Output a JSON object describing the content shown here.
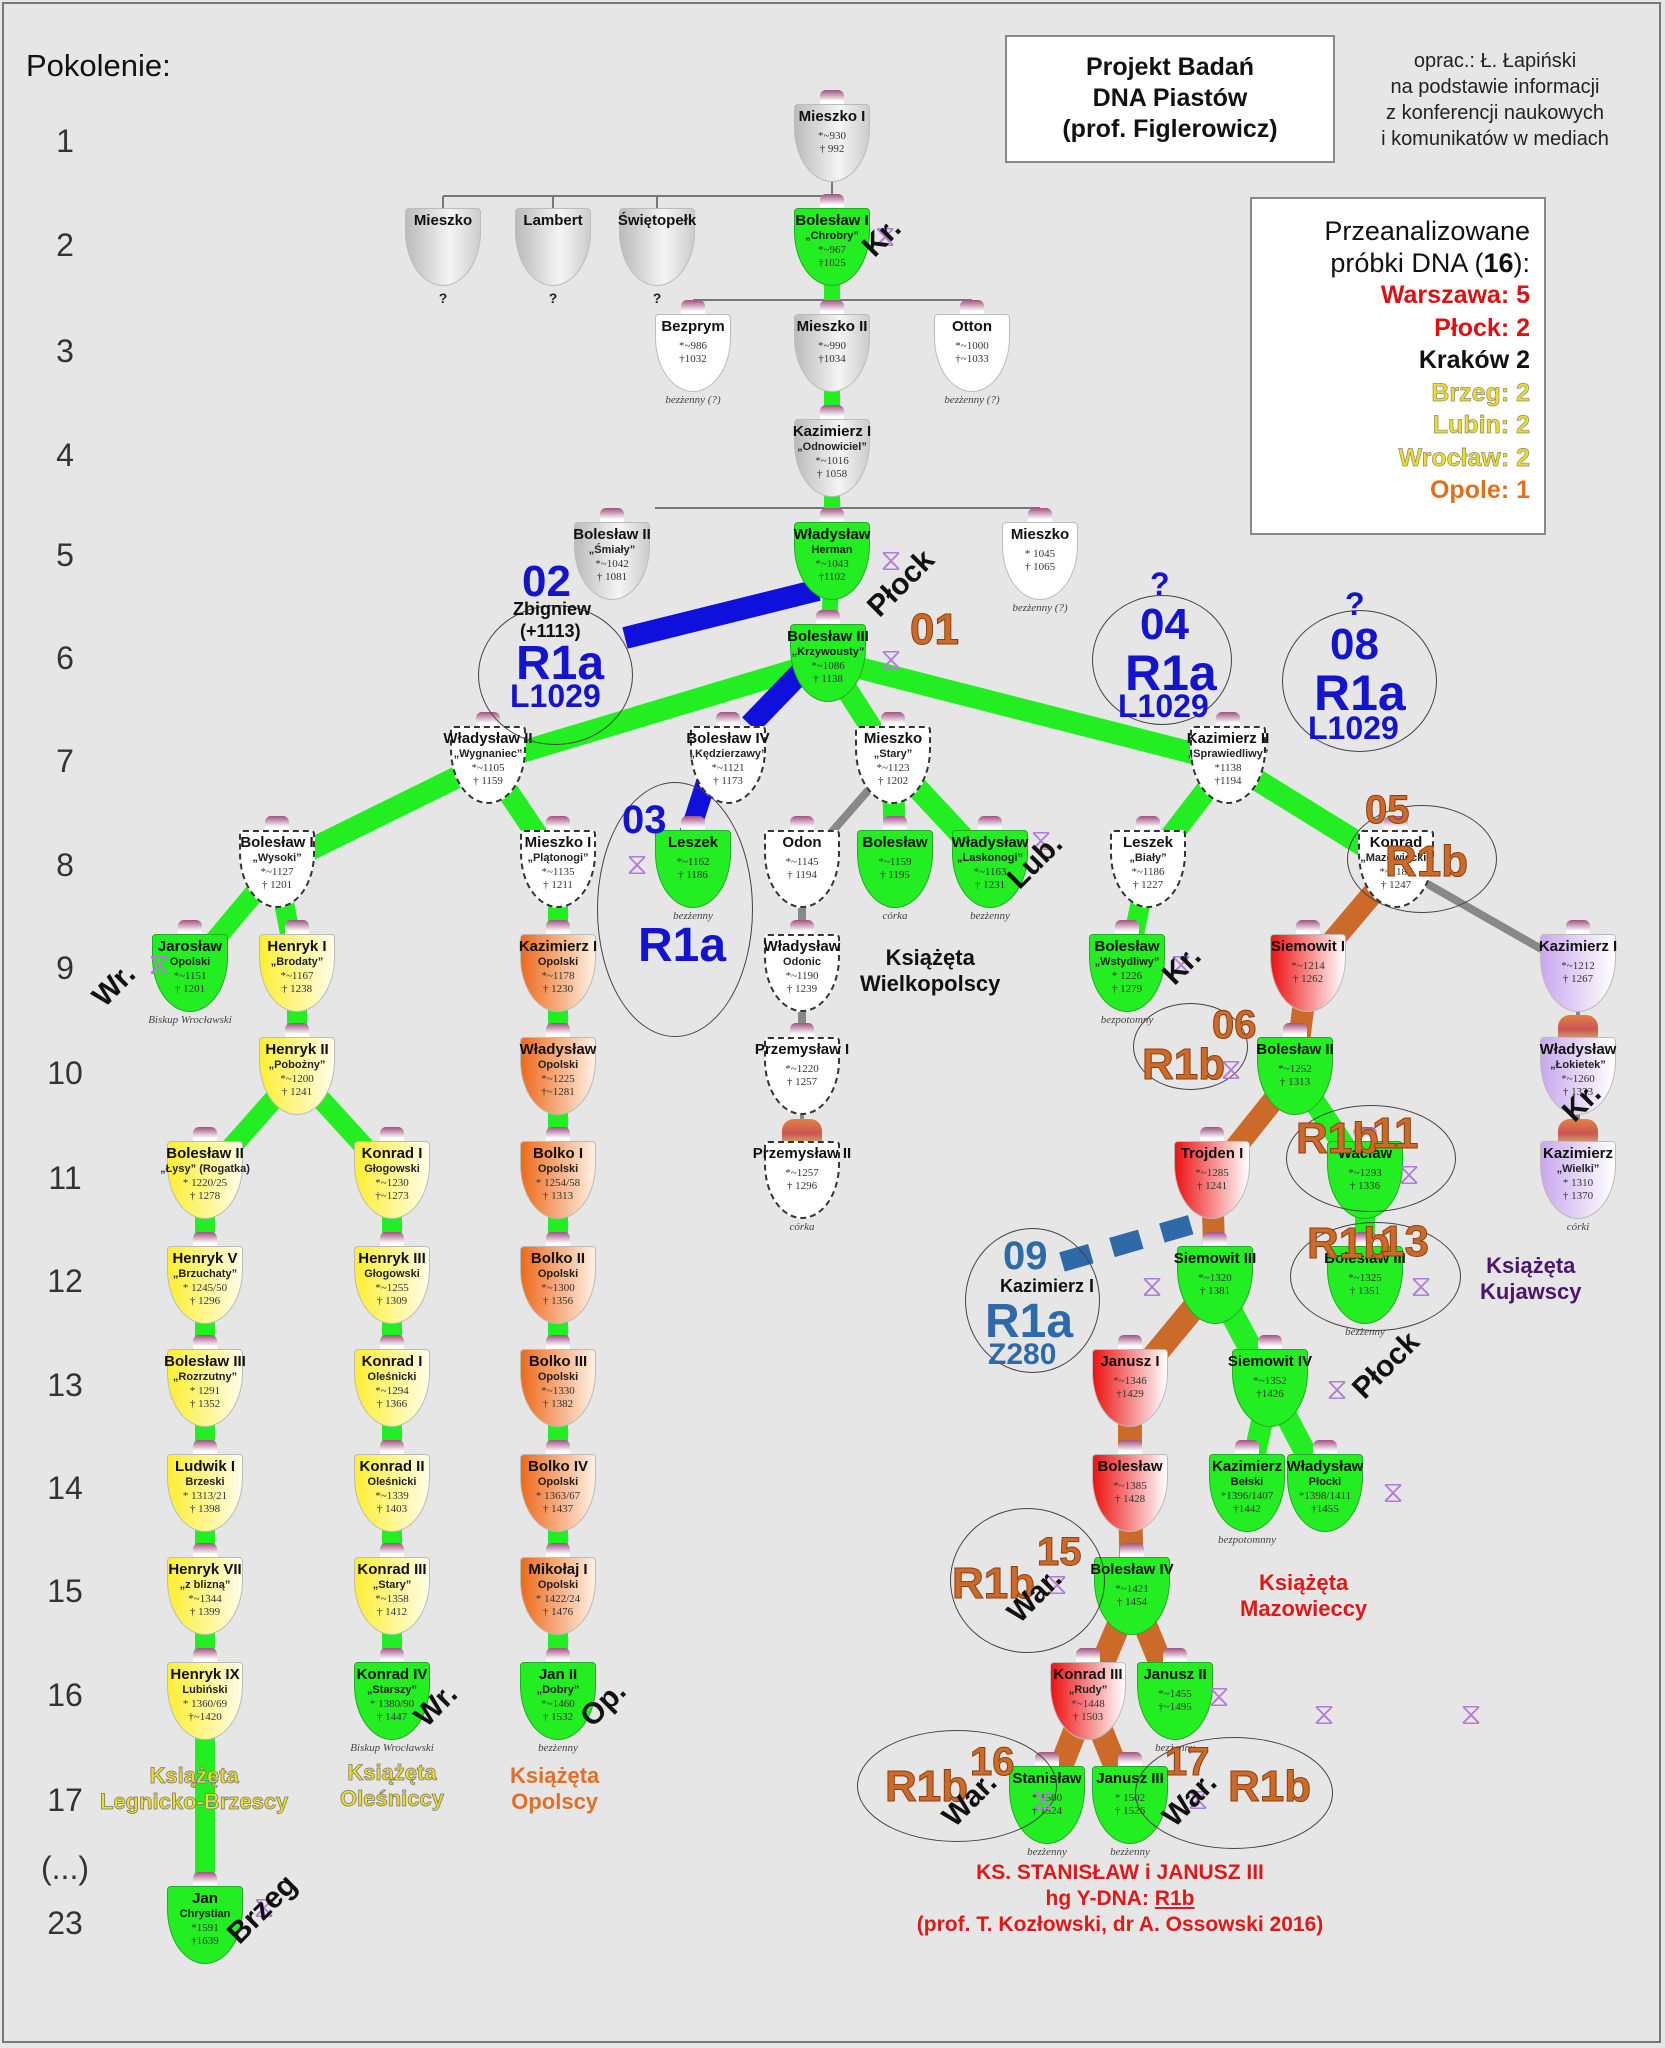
{
  "generations_title": "Pokolenie:",
  "generations": [
    "1",
    "2",
    "3",
    "4",
    "5",
    "6",
    "7",
    "8",
    "9",
    "10",
    "11",
    "12",
    "13",
    "14",
    "15",
    "16",
    "17",
    "(...)",
    "23"
  ],
  "title_box": {
    "line1": "Projekt Badań",
    "line2": "DNA Piastów",
    "line3": "(prof. Figlerowicz)"
  },
  "credits": {
    "line1": "oprac.: Ł. Łapiński",
    "line2": "na podstawie informacji",
    "line3": "z konferencji naukowych",
    "line4": "i komunikatów w mediach"
  },
  "legend": {
    "line1": "Przeanalizowane",
    "line2_pre": "próbki DNA (",
    "line2_bold": "16",
    "line2_post": "):",
    "items": [
      {
        "label": "Warszawa: 5",
        "color": "#e01010"
      },
      {
        "label": "Płock: 2",
        "color": "#e01010"
      },
      {
        "label": "Kraków 2",
        "color": "#111111"
      },
      {
        "label": "Brzeg: 2",
        "color": "#eedd22"
      },
      {
        "label": "Lubin: 2",
        "color": "#eedd22"
      },
      {
        "label": "Wrocław: 2",
        "color": "#eedd22"
      },
      {
        "label": "Opole: 1",
        "color": "#e07020"
      }
    ]
  },
  "colors": {
    "line_green": "#22ee22",
    "line_blue": "#1010dd",
    "line_brown": "#cc6a2a",
    "line_grey": "#888888",
    "line_steel": "#2e6aa8"
  },
  "nodes": {
    "mieszko1": {
      "name": "Mieszko I",
      "born": "*~930",
      "died": "† 992"
    },
    "mieszko_g2": {
      "name": "Mieszko",
      "note": "?"
    },
    "lambert": {
      "name": "Lambert",
      "note": "?"
    },
    "swietopelk": {
      "name": "Świętopełk",
      "note": "?"
    },
    "boleslaw1": {
      "name": "Bolesław I",
      "nick": "„Chrobry”",
      "born": "*~967",
      "died": "†1025"
    },
    "bezprym": {
      "name": "Bezprym",
      "born": "*~986",
      "died": "†1032",
      "note": "bezżenny (?)"
    },
    "mieszko2": {
      "name": "Mieszko II",
      "born": "*~990",
      "died": "†1034"
    },
    "otton": {
      "name": "Otton",
      "born": "*~1000",
      "died": "†~1033",
      "note": "bezżenny (?)"
    },
    "kazimierz1": {
      "name": "Kazimierz I",
      "nick": "„Odnowiciel”",
      "born": "*~1016",
      "died": "† 1058"
    },
    "boleslaw2": {
      "name": "Bolesław II",
      "nick": "„Śmiały”",
      "born": "*~1042",
      "died": "† 1081"
    },
    "wladyslaw_herman": {
      "name": "Władysław",
      "nick": "Herman",
      "born": "*~1043",
      "died": "†1102"
    },
    "mieszko_g5": {
      "name": "Mieszko",
      "born": "* 1045",
      "died": "† 1065",
      "note": "bezżenny (?)"
    },
    "boleslaw3": {
      "name": "Bolesław III",
      "nick": "„Krzywousty”",
      "born": "*~1086",
      "died": "† 1138"
    },
    "wladyslaw2": {
      "name": "Władysław II",
      "nick": "„Wygnaniec”",
      "born": "*~1105",
      "died": "† 1159"
    },
    "boleslaw4": {
      "name": "Bolesław IV",
      "nick": "„Kędzierzawy”",
      "born": "*~1121",
      "died": "† 1173"
    },
    "mieszko_stary": {
      "name": "Mieszko",
      "nick": "„Stary”",
      "born": "*~1123",
      "died": "† 1202"
    },
    "kazimierz2": {
      "name": "Kazimierz II",
      "nick": "„Sprawiedliwy”",
      "born": "*1138",
      "died": "†1194"
    },
    "boleslaw_wysoki": {
      "name": "Bolesław I",
      "nick": "„Wysoki”",
      "born": "*~1127",
      "died": "† 1201"
    },
    "mieszko_platonogi": {
      "name": "Mieszko I",
      "nick": "„Plątonogi”",
      "born": "*~1135",
      "died": "† 1211"
    },
    "leszek": {
      "name": "Leszek",
      "born": "*~1162",
      "died": "† 1186",
      "note": "bezżenny"
    },
    "odon": {
      "name": "Odon",
      "born": "*~1145",
      "died": "† 1194"
    },
    "boleslaw_g8": {
      "name": "Bolesław",
      "born": "*~1159",
      "died": "† 1195",
      "note": "córka"
    },
    "wladyslaw_laskonogi": {
      "name": "Władysław",
      "nick": "„Laskonogi”",
      "born": "*~1163",
      "died": "† 1231",
      "note": "bezżenny"
    },
    "leszek_bialy": {
      "name": "Leszek",
      "nick": "„Biały”",
      "born": "*~1186",
      "died": "† 1227"
    },
    "konrad_mazowiecki": {
      "name": "Konrad",
      "nick": "„Mazowiecki”",
      "born": "*~1187",
      "died": "† 1247"
    },
    "jaroslaw": {
      "name": "Jarosław",
      "nick": "Opolski",
      "born": "*~1151",
      "died": "† 1201",
      "note": "Biskup Wrocławski"
    },
    "henryk1": {
      "name": "Henryk I",
      "nick": "„Brodaty”",
      "born": "*~1167",
      "died": "† 1238"
    },
    "kazimierz1_opolski": {
      "name": "Kazimierz I",
      "nick": "Opolski",
      "born": "*~1178",
      "died": "† 1230"
    },
    "wladyslaw_odonic": {
      "name": "Władysław",
      "nick": "Odonic",
      "born": "*~1190",
      "died": "† 1239"
    },
    "boleslaw_wstydliwy": {
      "name": "Bolesław",
      "nick": "„Wstydliwy”",
      "born": "* 1226",
      "died": "† 1279",
      "note": "bezpotomny"
    },
    "siemowit1": {
      "name": "Siemowit I",
      "born": "*~1214",
      "died": "† 1262"
    },
    "kazimierz1_kuj": {
      "name": "Kazimierz I",
      "born": "*~1212",
      "died": "† 1267"
    },
    "henryk2": {
      "name": "Henryk II",
      "nick": "„Pobożny”",
      "born": "*~1200",
      "died": "† 1241"
    },
    "wladyslaw_opolski": {
      "name": "Władysław",
      "nick": "Opolski",
      "born": "*~1225",
      "died": "†~1281"
    },
    "przemyslaw1": {
      "name": "Przemysław I",
      "born": "*~1220",
      "died": "† 1257"
    },
    "boleslaw2_maz": {
      "name": "Bolesław II",
      "born": "*~1252",
      "died": "† 1313"
    },
    "wladyslaw_lokietek": {
      "name": "Władysław",
      "nick": "„Łokietek”",
      "born": "*~1260",
      "died": "† 1333"
    },
    "boleslaw2_lysy": {
      "name": "Bolesław II",
      "nick": "„Łysy” (Rogatka)",
      "born": "* 1220/25",
      "died": "† 1278"
    },
    "konrad1_glog": {
      "name": "Konrad I",
      "nick": "Głogowski",
      "born": "*~1230",
      "died": "†~1273"
    },
    "bolko1": {
      "name": "Bolko I",
      "nick": "Opolski",
      "born": "* 1254/58",
      "died": "† 1313"
    },
    "przemyslaw2": {
      "name": "Przemysław II",
      "born": "*~1257",
      "died": "† 1296",
      "note": "córka"
    },
    "trojden": {
      "name": "Trojden I",
      "born": "*~1285",
      "died": "† 1241"
    },
    "waclaw": {
      "name": "Wacław",
      "born": "*~1293",
      "died": "† 1336"
    },
    "kazimierz_wielki": {
      "name": "Kazimierz",
      "nick": "„Wielki”",
      "born": "* 1310",
      "died": "† 1370",
      "note": "córki"
    },
    "henryk5": {
      "name": "Henryk V",
      "nick": "„Brzuchaty”",
      "born": "* 1245/50",
      "died": "† 1296"
    },
    "henryk3": {
      "name": "Henryk III",
      "nick": "Głogowski",
      "born": "*~1255",
      "died": "† 1309"
    },
    "bolko2": {
      "name": "Bolko II",
      "nick": "Opolski",
      "born": "*~1300",
      "died": "† 1356"
    },
    "siemowit3": {
      "name": "Siemowit III",
      "born": "*~1320",
      "died": "† 1381"
    },
    "boleslaw3_maz": {
      "name": "Bolesław III",
      "born": "*~1325",
      "died": "† 1351",
      "note": "bezżenny"
    },
    "boleslaw3_rozrzutny": {
      "name": "Bolesław III",
      "nick": "„Rozrzutny”",
      "born": "* 1291",
      "died": "† 1352"
    },
    "konrad1_oles": {
      "name": "Konrad I",
      "nick": "Oleśnicki",
      "born": "*~1294",
      "died": "† 1366"
    },
    "bolko3": {
      "name": "Bolko III",
      "nick": "Opolski",
      "born": "*~1330",
      "died": "† 1382"
    },
    "janusz1": {
      "name": "Janusz I",
      "born": "*~1346",
      "died": "†1429"
    },
    "siemowit4": {
      "name": "Siemowit IV",
      "born": "*~1352",
      "died": "†1426"
    },
    "ludwik1": {
      "name": "Ludwik I",
      "nick": "Brzeski",
      "born": "* 1313/21",
      "died": "† 1398"
    },
    "konrad2_oles": {
      "name": "Konrad II",
      "nick": "Oleśnicki",
      "born": "*~1339",
      "died": "† 1403"
    },
    "bolko4": {
      "name": "Bolko IV",
      "nick": "Opolski",
      "born": "* 1363/67",
      "died": "† 1437"
    },
    "boleslaw_maz14": {
      "name": "Bolesław",
      "born": "*~1385",
      "died": "† 1428"
    },
    "kazimierz_belski": {
      "name": "Kazimierz",
      "nick": "Bełski",
      "born": "*1396/1407",
      "died": "†1442",
      "note": "bezpotomnny"
    },
    "wladyslaw_plocki": {
      "name": "Władysław",
      "nick": "Płocki",
      "born": "*1398/1411",
      "died": "†1455"
    },
    "henryk7": {
      "name": "Henryk VII",
      "nick": "„z blizną”",
      "born": "*~1344",
      "died": "† 1399"
    },
    "konrad3_stary": {
      "name": "Konrad III",
      "nick": "„Stary”",
      "born": "*~1358",
      "died": "† 1412"
    },
    "mikolaj1": {
      "name": "Mikołaj I",
      "nick": "Opolski",
      "born": "* 1422/24",
      "died": "† 1476"
    },
    "boleslaw4_maz": {
      "name": "Bolesław IV",
      "born": "*~1421",
      "died": "† 1454"
    },
    "henryk9": {
      "name": "Henryk IX",
      "nick": "Lubiński",
      "born": "* 1360/69",
      "died": "†~1420"
    },
    "konrad4": {
      "name": "Konrad IV",
      "nick": "„Starszy”",
      "born": "* 1380/90",
      "died": "† 1447",
      "note": "Biskup Wrocławski"
    },
    "jan2": {
      "name": "Jan II",
      "nick": "„Dobry”",
      "born": "*~1460",
      "died": "† 1532",
      "note": "bezżenny"
    },
    "konrad3_rudy": {
      "name": "Konrad III",
      "nick": "„Rudy”",
      "born": "*~1448",
      "died": "† 1503"
    },
    "janusz2": {
      "name": "Janusz II",
      "born": "*~1455",
      "died": "†~1495",
      "note": "bezżenny"
    },
    "stanislaw": {
      "name": "Stanisław",
      "born": "* 1500",
      "died": "† 1524",
      "note": "bezżenny"
    },
    "janusz3": {
      "name": "Janusz III",
      "born": "* 1502",
      "died": "† 1526",
      "note": "bezżenny"
    },
    "jan_chrystian": {
      "name": "Jan",
      "nick": "Chrystian",
      "born": "*1591",
      "died": "†1639"
    }
  },
  "samples": {
    "s01": {
      "num": "01"
    },
    "s02": {
      "num": "02",
      "name": "Zbigniew",
      "death": "(+1113)",
      "hg": "R1a",
      "sub": "L1029"
    },
    "s03": {
      "num": "03",
      "hg": "R1a"
    },
    "s04": {
      "q": "?",
      "num": "04",
      "hg": "R1a",
      "sub": "L1029"
    },
    "s05": {
      "num": "05",
      "hg": "R1b"
    },
    "s06": {
      "num": "06",
      "hg": "R1b"
    },
    "s08": {
      "q": "?",
      "num": "08",
      "hg": "R1a",
      "sub": "L1029"
    },
    "s09": {
      "num": "09",
      "name": "Kazimierz I",
      "hg": "R1a",
      "sub": "Z280"
    },
    "s11": {
      "num": "11",
      "hg": "R1b"
    },
    "s13": {
      "num": "13",
      "hg": "R1b"
    },
    "s15": {
      "num": "15",
      "hg": "R1b"
    },
    "s16": {
      "num": "16",
      "hg": "R1b"
    },
    "s17": {
      "num": "17",
      "hg": "R1b"
    }
  },
  "cities": {
    "kr": "Kr.",
    "plock": "Płock",
    "lub": "Lub.",
    "wr": "Wr.",
    "op": "Op.",
    "war": "War.",
    "brzeg": "Brzeg"
  },
  "dynasties": {
    "wielkopolscy": {
      "l1": "Książęta",
      "l2": "Wielkopolscy"
    },
    "kujawscy": {
      "l1": "Książęta",
      "l2": "Kujawscy"
    },
    "mazowieccy": {
      "l1": "Książęta",
      "l2": "Mazowieccy"
    },
    "legnicko": {
      "l1": "Książęta",
      "l2": "Legnicko-Brzescy"
    },
    "olesniccy": {
      "l1": "Książęta",
      "l2": "Oleśniccy"
    },
    "opolscy": {
      "l1": "Książęta",
      "l2": "Opolscy"
    }
  },
  "conclusion": {
    "line1": "KS. STANISŁAW i JANUSZ III",
    "line2_pre": "hg Y-DNA: ",
    "line2_hg": "R1b",
    "line3": "(prof. T. Kozłowski, dr A. Ossowski 2016)"
  }
}
